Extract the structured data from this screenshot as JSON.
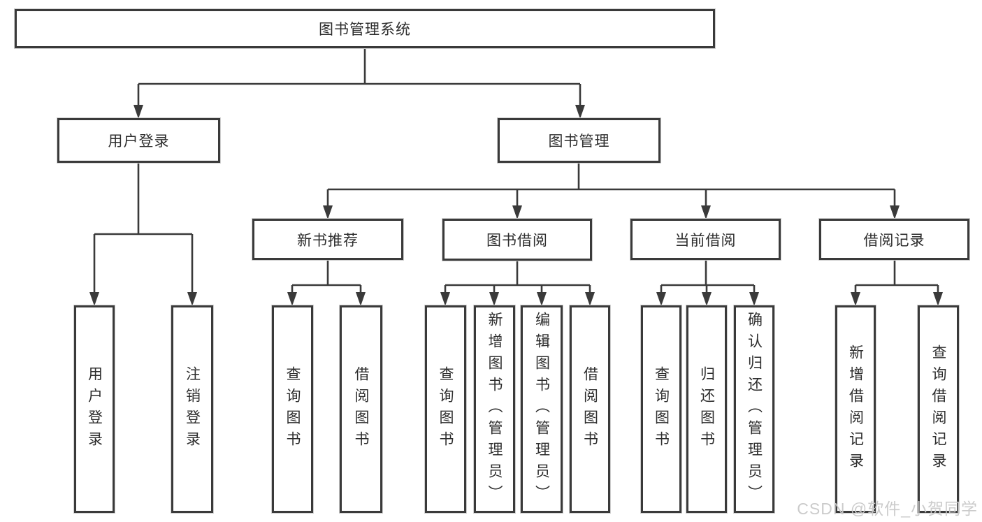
{
  "diagram": {
    "title": "图书管理系统",
    "colors": {
      "line": "#3a3a3a",
      "box_border": "#3a3a3a",
      "text": "#2d2d2d",
      "background": "#ffffff",
      "watermark": "#c9c9c9"
    },
    "root": {
      "label": "图书管理系统"
    },
    "level2": [
      {
        "label": "用户登录"
      },
      {
        "label": "图书管理"
      }
    ],
    "level3": [
      {
        "label": "新书推荐"
      },
      {
        "label": "图书借阅"
      },
      {
        "label": "当前借阅"
      },
      {
        "label": "借阅记录"
      }
    ],
    "leaves": {
      "user_login": [
        {
          "label": "用户登录"
        },
        {
          "label": "注销登录"
        }
      ],
      "new_books": [
        {
          "label": "查询图书"
        },
        {
          "label": "借阅图书"
        }
      ],
      "book_borrow": [
        {
          "label": "查询图书"
        },
        {
          "label": "新增图书（管理员）"
        },
        {
          "label": "编辑图书（管理员）"
        },
        {
          "label": "借阅图书"
        }
      ],
      "current_borrow": [
        {
          "label": "查询图书"
        },
        {
          "label": "归还图书"
        },
        {
          "label": "确认归还（管理员）"
        }
      ],
      "borrow_records": [
        {
          "label": "新增借阅记录"
        },
        {
          "label": "查询借阅记录"
        }
      ]
    },
    "watermark": "CSDN @软件_小贺同学"
  }
}
